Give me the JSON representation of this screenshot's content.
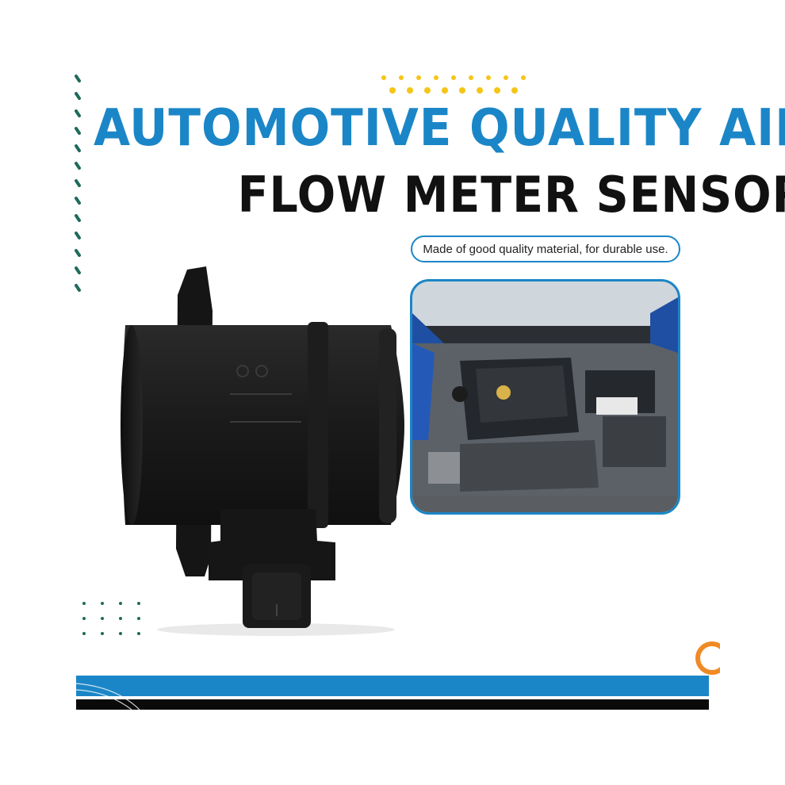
{
  "title": {
    "line1": "AUTOMOTIVE QUALITY AIR",
    "line2": "FLOW METER SENSOR"
  },
  "caption": "Made of good quality material, for durable use.",
  "colors": {
    "brand_blue": "#1b86c7",
    "dark": "#111111",
    "accent_yellow": "#f5c518",
    "accent_orange": "#f08a24",
    "accent_green": "#1e6b5a"
  },
  "images": {
    "product": "air-flow-meter-sensor",
    "context": "engine-bay-photo"
  }
}
